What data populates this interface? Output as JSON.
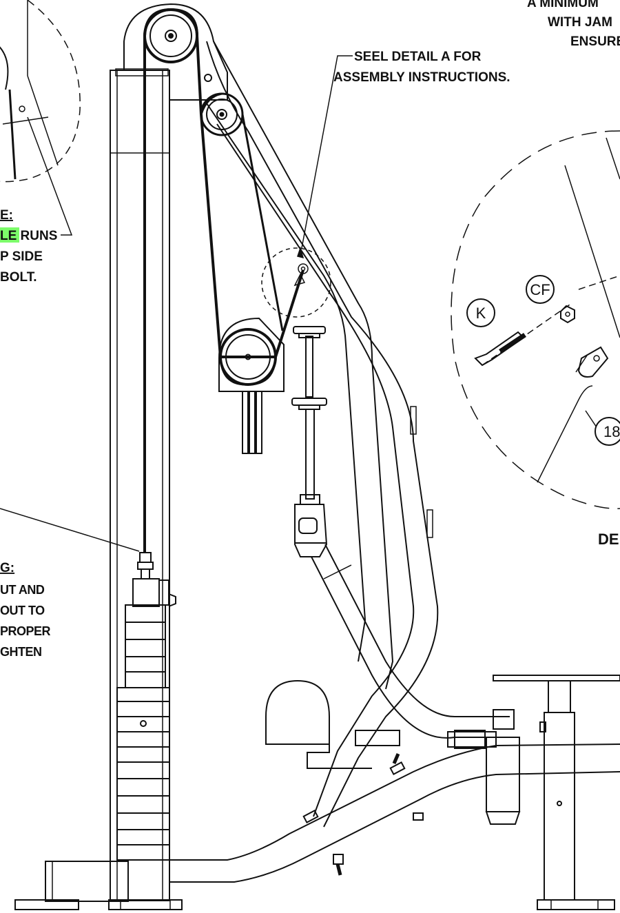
{
  "notes": {
    "detail_a_ref": {
      "line1": "SEEL DETAIL A FOR",
      "line2": "ASSEMBLY INSTRUCTIONS."
    },
    "top_right": {
      "line1": "A MINIMUM",
      "line2": "WITH JAM",
      "line3": "ENSURE"
    },
    "left_mid": {
      "heading": "E:",
      "line1_highlight": "LE",
      "line1_rest": " RUNS",
      "line2": "P SIDE",
      "line3": "BOLT."
    },
    "left_lower": {
      "heading": "G:",
      "line1": "UT AND",
      "line2": "OUT TO",
      "line3": "PROPER",
      "line4": "GHTEN"
    }
  },
  "callouts": {
    "k": "K",
    "cf": "CF",
    "part18": "18"
  },
  "detail_label": "DE",
  "colors": {
    "ink": "#111111",
    "highlight": "#7CFC6A"
  }
}
